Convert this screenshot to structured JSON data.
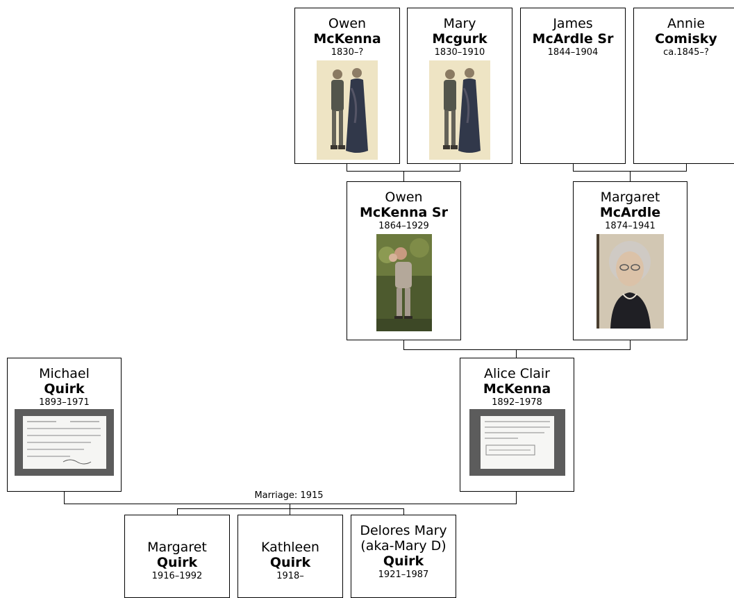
{
  "people": {
    "owen_mckenna_1830": {
      "given": "Owen",
      "surname": "McKenna",
      "dates": "1830–?"
    },
    "mary_mcgurk": {
      "given": "Mary",
      "surname": "Mcgurk",
      "dates": "1830–1910"
    },
    "james_mcardle": {
      "given": "James",
      "surname": "McArdle Sr",
      "dates": "1844–1904"
    },
    "annie_comisky": {
      "given": "Annie",
      "surname": "Comisky",
      "dates": "ca.1845–?"
    },
    "owen_mckenna_sr": {
      "given": "Owen",
      "surname": "McKenna Sr",
      "dates": "1864–1929"
    },
    "margaret_mcardle": {
      "given": "Margaret",
      "surname": "McArdle",
      "dates": "1874–1941"
    },
    "michael_quirk": {
      "given": "Michael",
      "surname": "Quirk",
      "dates": "1893–1971"
    },
    "alice_mckenna": {
      "given": "Alice Clair",
      "surname": "McKenna",
      "dates": "1892–1978"
    },
    "margaret_quirk": {
      "given": "Margaret",
      "surname": "Quirk",
      "dates": "1916–1992"
    },
    "kathleen_quirk": {
      "given": "Kathleen",
      "surname": "Quirk",
      "dates": "1918–"
    },
    "delores_quirk": {
      "given": "Delores Mary",
      "given2": "(aka-Mary D)",
      "surname": "Quirk",
      "dates": "1921–1987"
    }
  },
  "marriage_label": "Marriage: 1915"
}
